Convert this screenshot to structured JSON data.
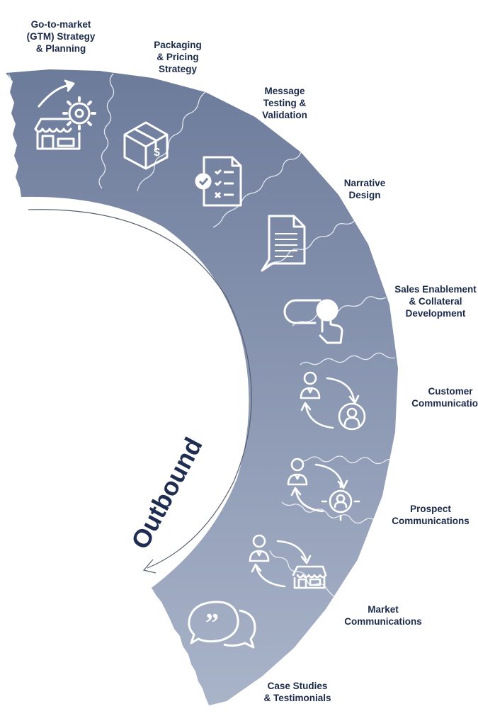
{
  "direction_label": "Outbound",
  "colors": {
    "navy": "#1f2d52",
    "segment_dark": "#6f7d9d",
    "segment_light": "#a5b1c6",
    "icon_stroke": "#ffffff"
  },
  "stages": [
    {
      "label": "Go-to-market\n(GTM) Strategy\n& Planning",
      "icon": "storefront-gear-icon"
    },
    {
      "label": "Packaging\n& Pricing\nStrategy",
      "icon": "package-dollar-icon"
    },
    {
      "label": "Message\nTesting &\nValidation",
      "icon": "checklist-document-icon"
    },
    {
      "label": "Narrative\nDesign",
      "icon": "document-speech-icon"
    },
    {
      "label": "Sales Enablement\n& Collateral\nDevelopment",
      "icon": "toggle-click-icon"
    },
    {
      "label": "Customer\nCommunications",
      "icon": "person-cycle-customer-icon"
    },
    {
      "label": "Prospect\nCommunications",
      "icon": "person-cycle-target-icon"
    },
    {
      "label": "Market\nCommunications",
      "icon": "person-cycle-market-icon"
    },
    {
      "label": "Case Studies\n& Testimonials",
      "icon": "quote-bubbles-icon"
    }
  ]
}
